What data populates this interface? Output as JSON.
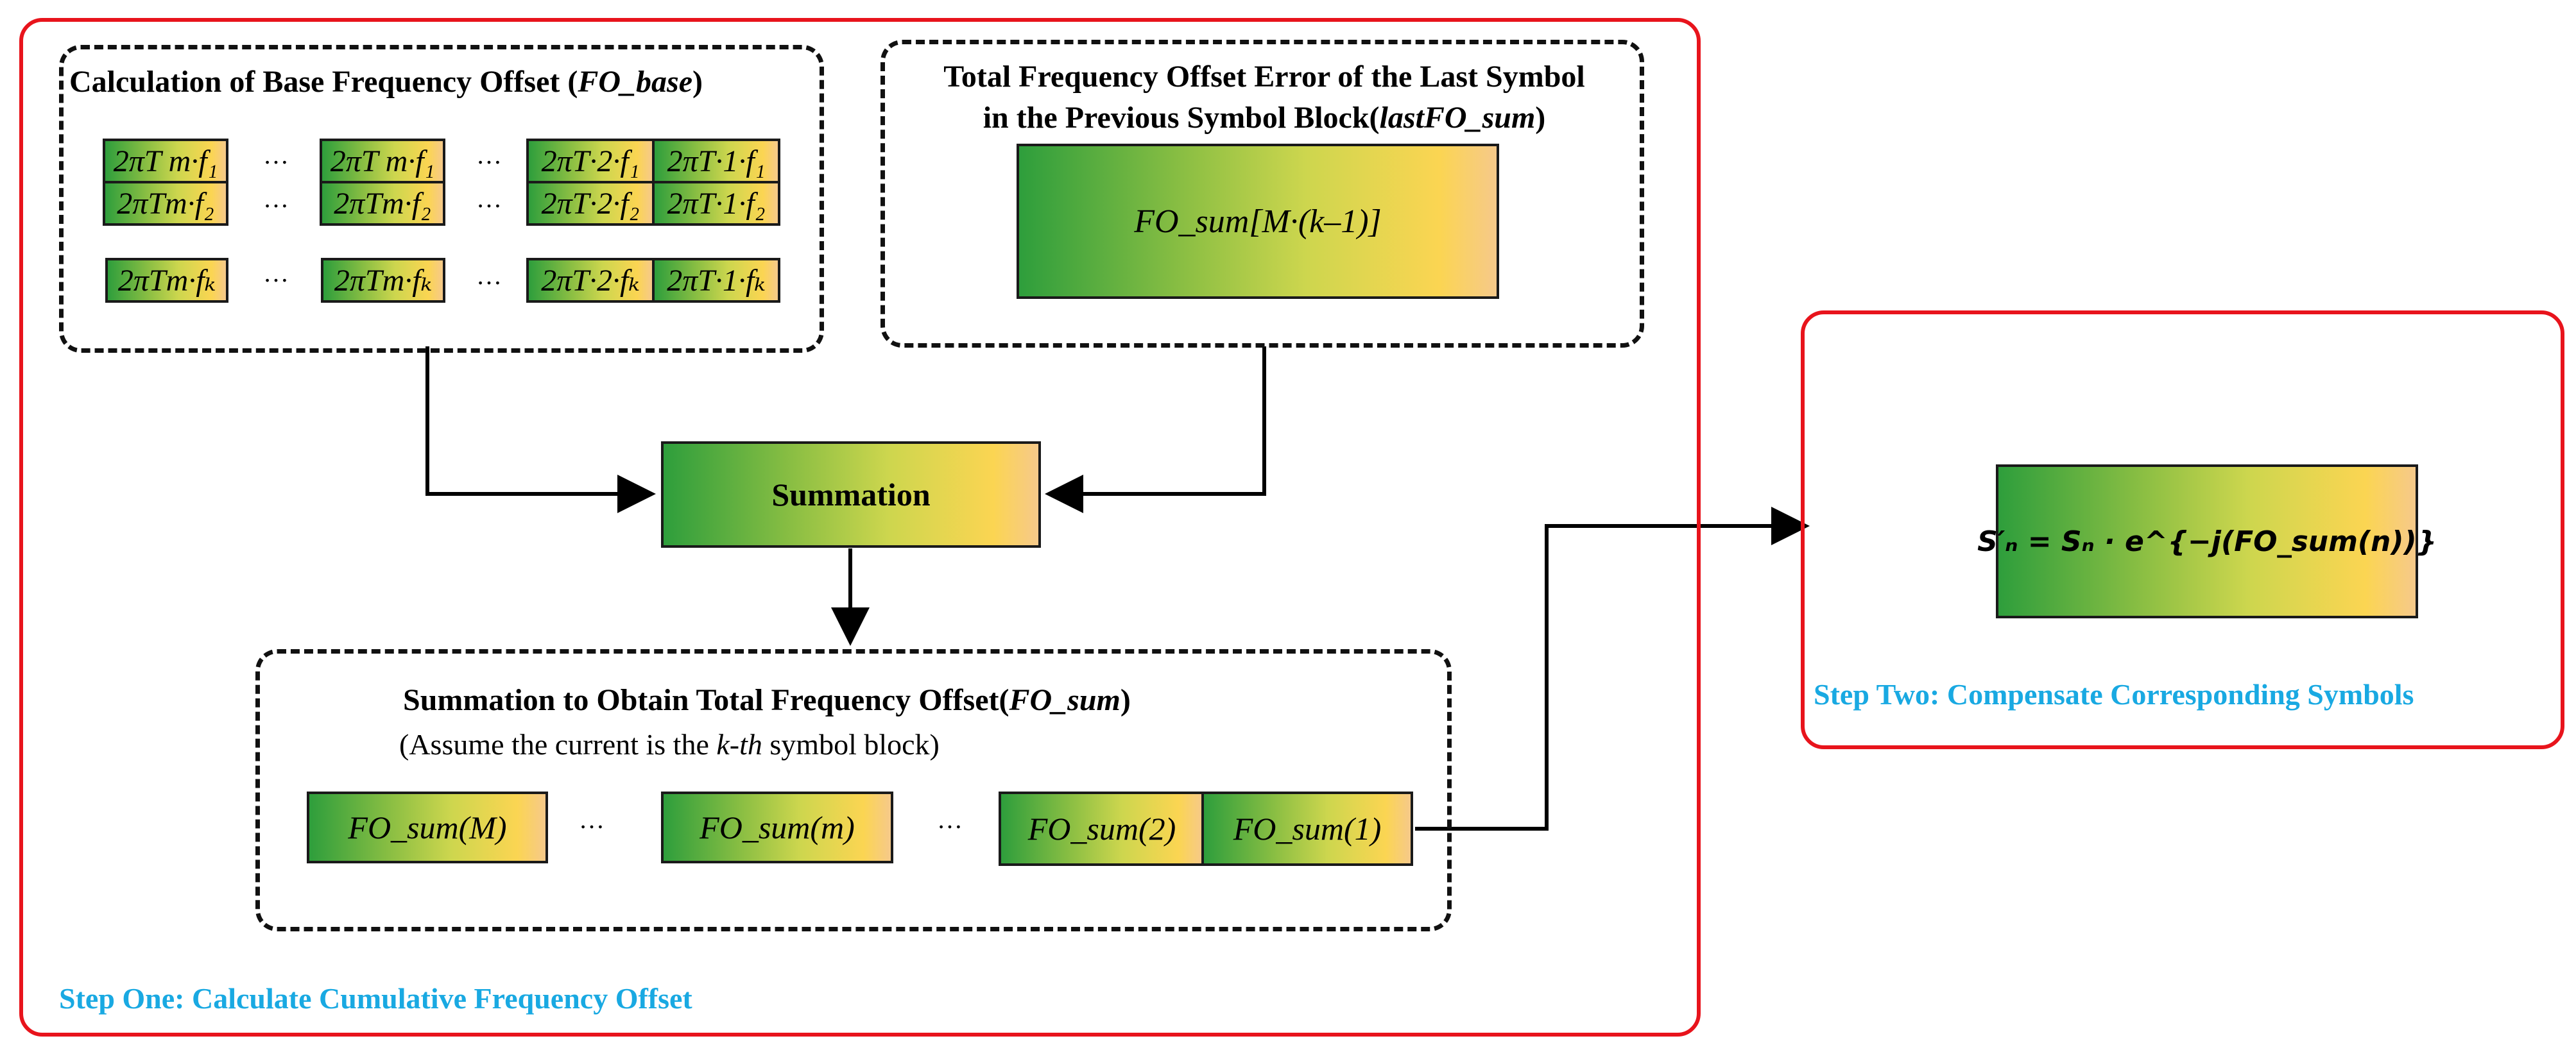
{
  "step_one": {
    "label": "Step One: Calculate Cumulative Frequency Offset",
    "base_box": {
      "title_prefix": "Calculation of Base Frequency Offset (",
      "title_var": "FO_base",
      "title_suffix": ")",
      "rows": [
        [
          "2πT m·f₁",
          "2πT m·f₁",
          "2πT·2·f₁",
          "2πT·1·f₁"
        ],
        [
          "2πTm·f₂",
          "2πTm·f₂",
          "2πT·2·f₂",
          "2πT·1·f₂"
        ],
        [
          "2πTm·fₖ",
          "2πTm·fₖ",
          "2πT·2·fₖ",
          "2πT·1·fₖ"
        ]
      ],
      "ellipsis": "…"
    },
    "last_box": {
      "title_line1": "Total Frequency Offset Error of the Last Symbol",
      "title_line2_prefix": "in the Previous Symbol Block(",
      "title_line2_var": "lastFO_sum",
      "title_line2_suffix": ")",
      "value": "FO_sum[M·(k–1)]"
    },
    "summation": {
      "label": "Summation"
    },
    "total_box": {
      "title_prefix": "Summation to Obtain Total Frequency Offset(",
      "title_var": "FO_sum",
      "title_suffix": ")",
      "subtitle_prefix": "(Assume the current is the ",
      "subtitle_var": "k-th",
      "subtitle_suffix": " symbol block)",
      "cells": [
        "FO_sum(M)",
        "FO_sum(m)",
        "FO_sum(2)",
        "FO_sum(1)"
      ],
      "ellipsis": "…"
    }
  },
  "step_two": {
    "label": "Step Two: Compensate Corresponding Symbols",
    "formula": "S′ₙ = Sₙ · e^{−j(FO_sum(n))}"
  },
  "colors": {
    "frame_red": "#e8141c",
    "step_blue": "#19a9e2",
    "gradient_start": "#2e9e3c",
    "gradient_end": "#fbd552"
  }
}
